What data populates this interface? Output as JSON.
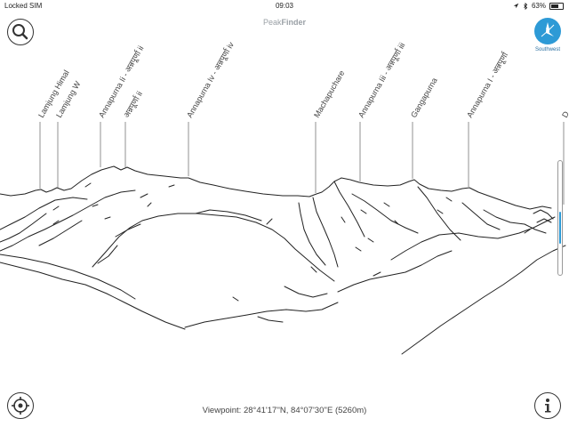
{
  "status_bar": {
    "carrier": "Locked SIM",
    "time": "09:03",
    "battery_percent": "63%",
    "battery_level": 0.63
  },
  "app": {
    "title_light": "Peak",
    "title_bold": "Finder"
  },
  "compass": {
    "direction": "Southwest"
  },
  "peaks": [
    {
      "name": "Lamjung Himal"
    },
    {
      "name": "Lamjung W"
    },
    {
      "name": "Annapurna Ii - अन्नपूर्णा ii"
    },
    {
      "name": "अन्नपूर्णा ii"
    },
    {
      "name": "Annapurna Iv - अन्नपूर्णा iv"
    },
    {
      "name": "Machapuchare"
    },
    {
      "name": "Annapurna Iii - अन्नपूर्णा iii"
    },
    {
      "name": "Gangapurna"
    },
    {
      "name": "Annapurna I - अन्नपूर्णा"
    },
    {
      "name": "D"
    }
  ],
  "viewpoint": "Viewpoint: 28°41'17''N, 84°07'30''E (5260m)",
  "view_scroll": {
    "position": 0.62,
    "extent": 0.28
  },
  "icons": {
    "search": "search-icon",
    "locate": "crosshair-icon",
    "info": "info-icon",
    "compass": "compass-icon",
    "signal": "location-arrow-icon",
    "bluetooth": "bluetooth-icon",
    "battery": "battery-icon"
  },
  "colors": {
    "accent": "#2d9ad6",
    "line": "#222222",
    "title": "#9aa0a6"
  }
}
